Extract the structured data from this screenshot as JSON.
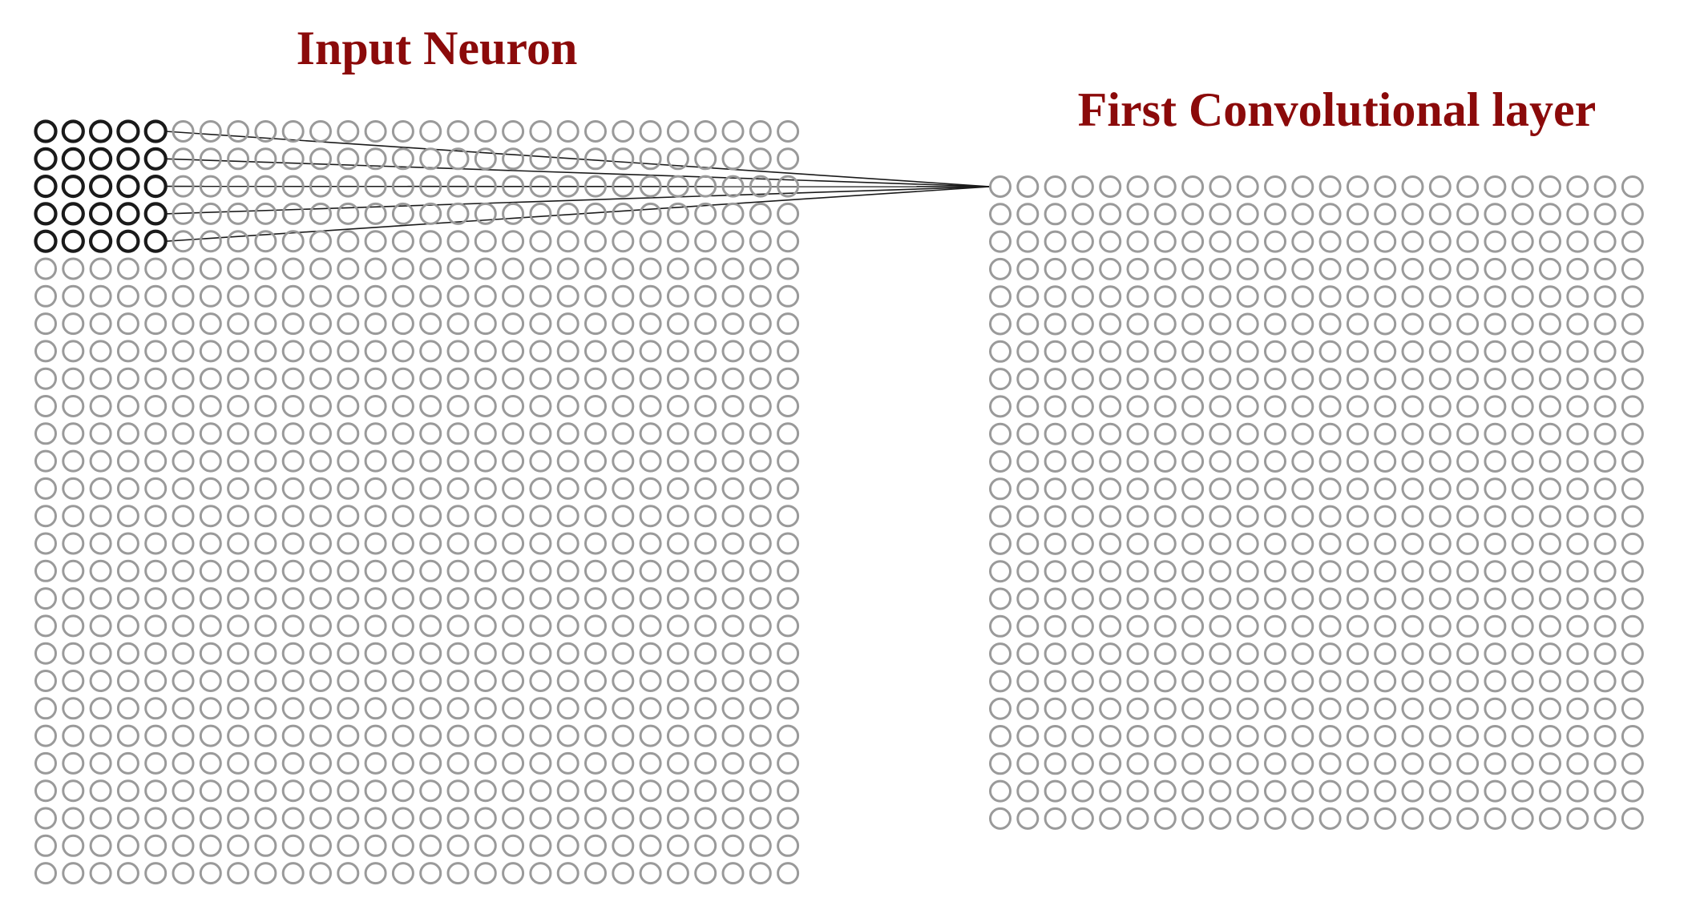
{
  "input_layer": {
    "title": "Input Neuron",
    "rows": 28,
    "cols": 28
  },
  "conv_layer": {
    "title": "First Convolutional layer",
    "rows": 24,
    "cols": 24
  },
  "receptive_field": {
    "rows": 5,
    "cols": 5
  },
  "colors": {
    "title": "#8b0a0a",
    "neuron": "#9a9a9a",
    "active_neuron": "#1a1a1a",
    "connection": "#1a1a1a"
  }
}
